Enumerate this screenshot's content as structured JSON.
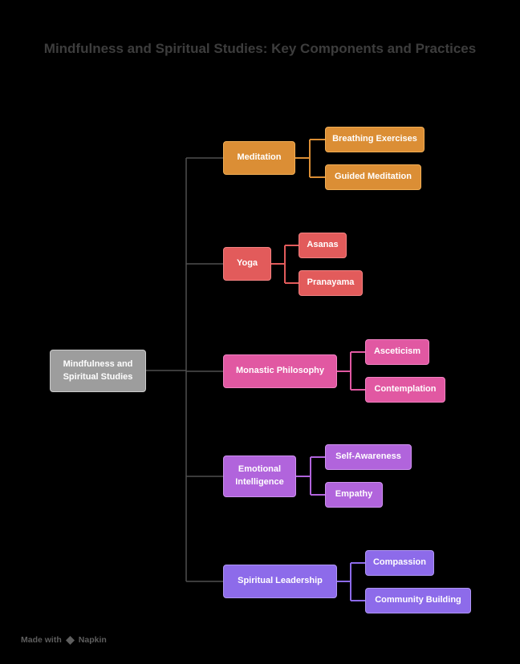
{
  "title": "Mindfulness and Spiritual Studies: Key Components and Practices",
  "root": {
    "label": "Mindfulness and Spiritual Studies"
  },
  "branches": [
    {
      "label": "Meditation",
      "fill": "#DB8E35",
      "border": "#F0AE55",
      "children": [
        "Breathing Exercises",
        "Guided Meditation"
      ]
    },
    {
      "label": "Yoga",
      "fill": "#E25B5B",
      "border": "#F28282",
      "children": [
        "Asanas",
        "Pranayama"
      ]
    },
    {
      "label": "Monastic Philosophy",
      "fill": "#E158A2",
      "border": "#F283C2",
      "children": [
        "Asceticism",
        "Contemplation"
      ]
    },
    {
      "label": "Emotional Intelligence",
      "fill": "#B164DC",
      "border": "#CD92EE",
      "children": [
        "Self-Awareness",
        "Empathy"
      ]
    },
    {
      "label": "Spiritual Leadership",
      "fill": "#8D6BEA",
      "border": "#AF97F4",
      "children": [
        "Compassion",
        "Community Building"
      ]
    }
  ],
  "footer": {
    "made_with": "Made with",
    "brand": "Napkin"
  },
  "colors": {
    "background": "#000000",
    "title": "#3d3d3d",
    "connector": "#4f4f4f",
    "root_fill": "#9d9d9d",
    "root_border": "#cccccc",
    "node_text": "#ffffff",
    "watermark": "#5e5e5e"
  }
}
